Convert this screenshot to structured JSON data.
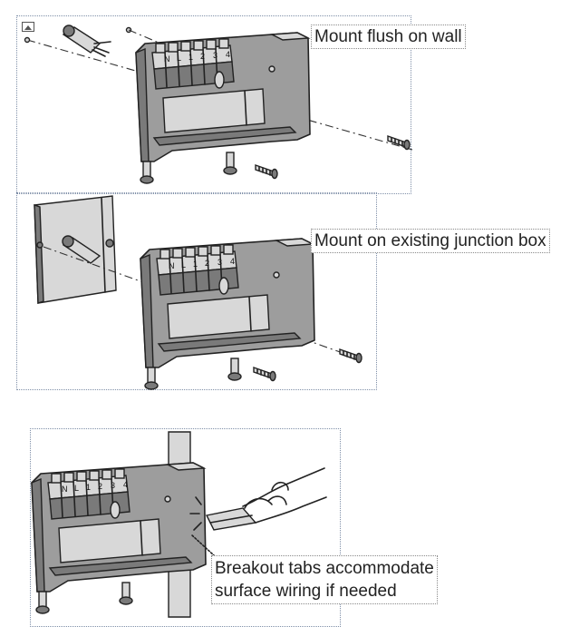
{
  "panels": {
    "wall": {
      "label": "Mount flush on wall"
    },
    "junction": {
      "label": "Mount on existing junction box"
    },
    "breakout": {
      "label_line1": "Breakout tabs accommodate",
      "label_line2": "surface wiring if needed"
    }
  },
  "terminals": [
    "N",
    "L",
    "1",
    "2",
    "3",
    "4"
  ],
  "icons": [
    "image-icon",
    "screw-icon",
    "wire-bundle-icon",
    "pliers-hand-icon"
  ]
}
